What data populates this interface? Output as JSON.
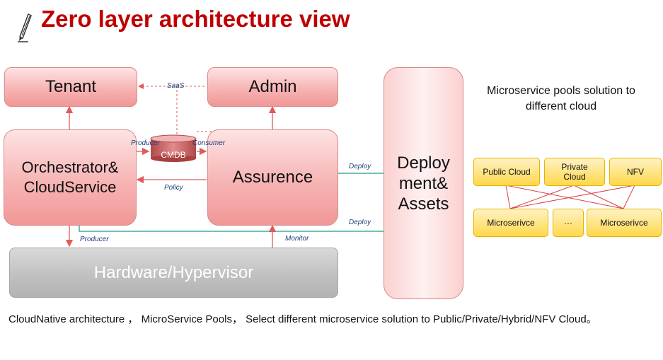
{
  "title": "Zero layer architecture view",
  "boxes": {
    "tenant": "Tenant",
    "admin": "Admin",
    "orchestrator_line1": "Orchestrator&",
    "orchestrator_line2": "CloudService",
    "assurence": "Assurence",
    "deploy_line1": "Deploy",
    "deploy_line2": "ment&",
    "deploy_line3": "Assets",
    "hardware": "Hardware/Hypervisor",
    "cmdb": "CMDB"
  },
  "labels": {
    "saas": "SaaS",
    "producer_top": "Producer",
    "consumer": "Consumer",
    "policy": "Policy",
    "deploy_upper": "Deploy",
    "deploy_lower": "Deploy",
    "producer_bottom": "Producer",
    "monitor": "Monitor"
  },
  "microservice_pools": {
    "title_line1": "Microservice pools solution to",
    "title_line2": "different cloud",
    "clouds": [
      "Public Cloud",
      "Private Cloud",
      "NFV"
    ],
    "private_cloud_line1": "Private",
    "private_cloud_line2": "Cloud",
    "services": [
      "Microserivce",
      "···",
      "Microserivce"
    ]
  },
  "caption": "CloudNative architecture ， MicroService Pools， Select different microservice solution to Public/Private/Hybrid/NFV Cloud。",
  "colors": {
    "title": "#c00000",
    "box_red": "#f19797",
    "arrow_red": "#e05a5a",
    "connector_teal": "#1f9a8a",
    "label_blue": "#1f3e7a",
    "yellow": "#ffd84a"
  }
}
